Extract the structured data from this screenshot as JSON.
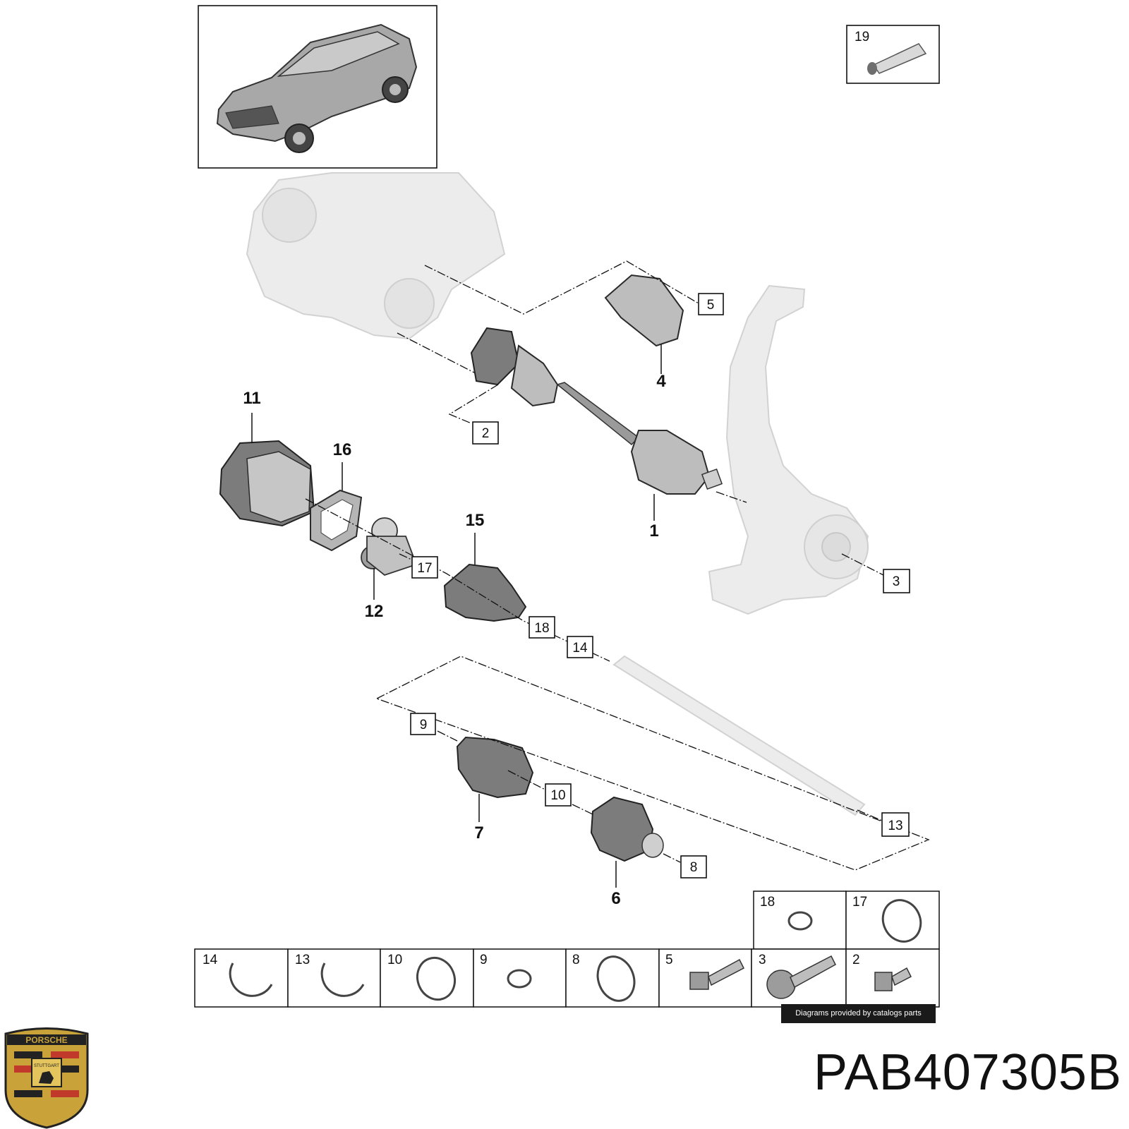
{
  "part_number": "PAB407305B",
  "credit": "Diagrams provided by catalogs parts",
  "logo": {
    "text": "PORSCHE",
    "subtext": "STUTTGART"
  },
  "callouts_boxed": [
    "19",
    "5",
    "2",
    "17",
    "18",
    "14",
    "9",
    "10",
    "13",
    "8",
    "3"
  ],
  "callouts_bold": [
    "4",
    "11",
    "16",
    "15",
    "1",
    "12",
    "7",
    "6"
  ],
  "table_top_row": [
    "18",
    "17"
  ],
  "table_bottom_row": [
    "14",
    "13",
    "10",
    "9",
    "8",
    "5",
    "3",
    "2"
  ]
}
